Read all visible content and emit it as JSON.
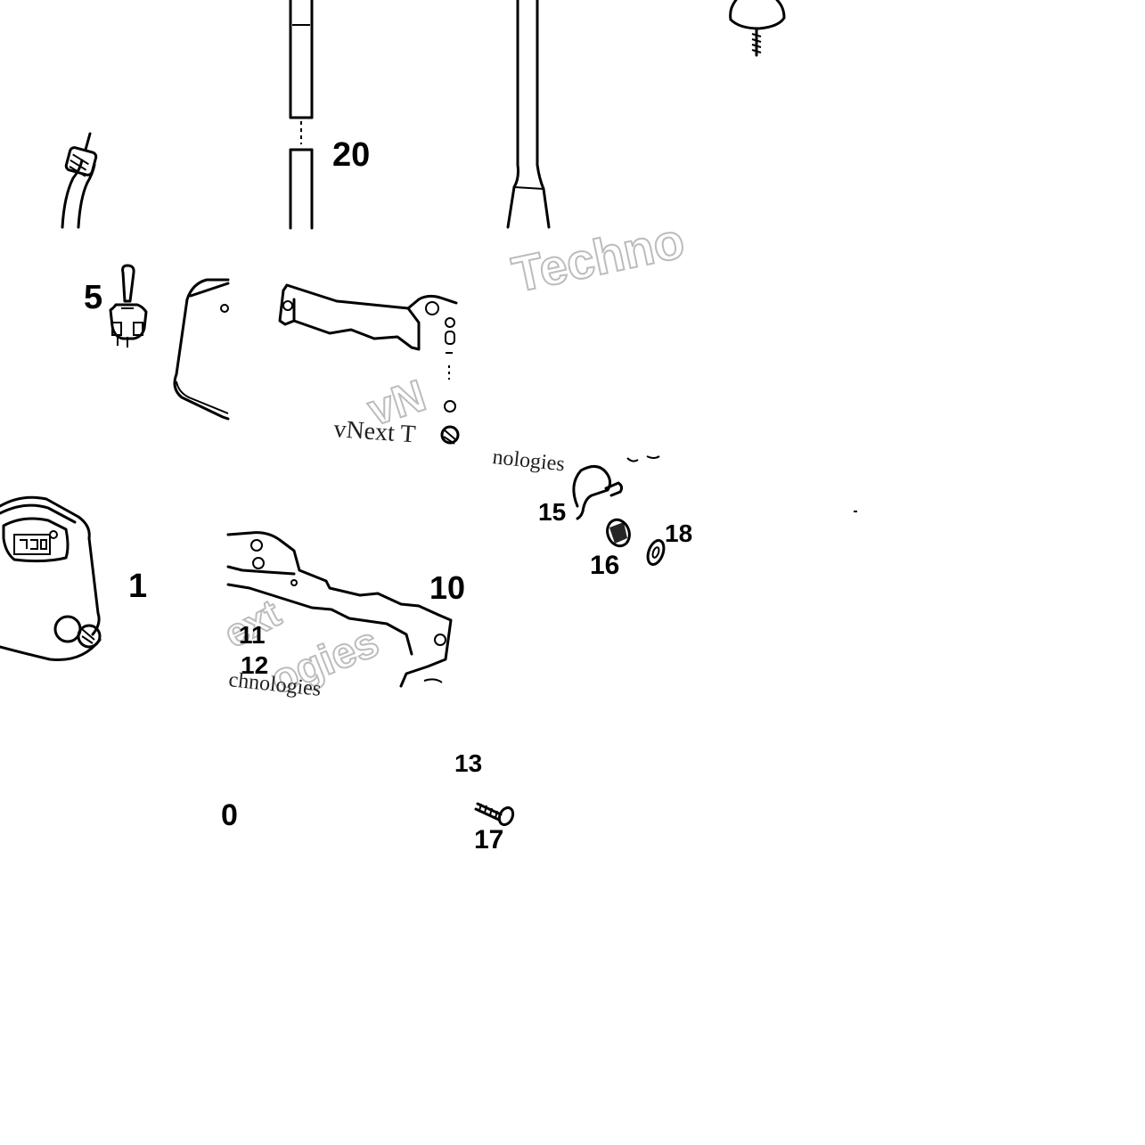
{
  "diagram": {
    "part_labels": [
      {
        "id": "label-20",
        "text": "20"
      },
      {
        "id": "label-5",
        "text": "5"
      },
      {
        "id": "label-1",
        "text": "1"
      },
      {
        "id": "label-10",
        "text": "10"
      },
      {
        "id": "label-11",
        "text": "11"
      },
      {
        "id": "label-12",
        "text": "12"
      },
      {
        "id": "label-15",
        "text": "15"
      },
      {
        "id": "label-16",
        "text": "16"
      },
      {
        "id": "label-18",
        "text": "18"
      },
      {
        "id": "label-13",
        "text": "13"
      },
      {
        "id": "label-17",
        "text": "17"
      },
      {
        "id": "label-9",
        "text": "0"
      }
    ],
    "watermarks": {
      "techno": "Techno",
      "vnext_t": "vNext T",
      "nologies": "nologies",
      "ext": "ext",
      "ogies": "ogies",
      "chnologies": "chnologies",
      "vn": "vN"
    }
  }
}
